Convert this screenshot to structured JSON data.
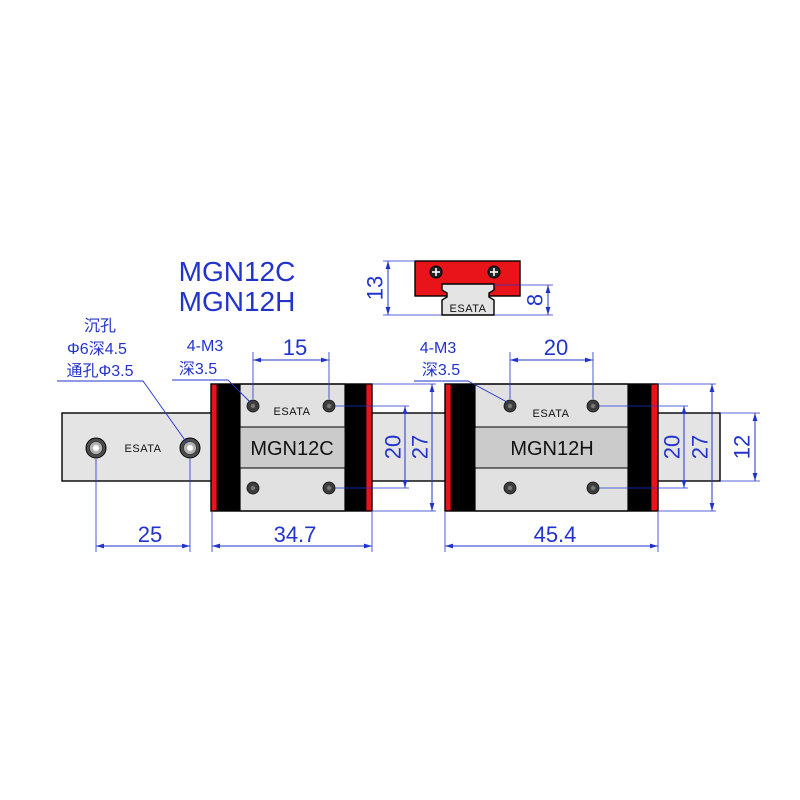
{
  "title": {
    "line1": "MGN12C",
    "line2": "MGN12H"
  },
  "cross_section": {
    "brand": "ESATA",
    "total_height": "13",
    "rail_height": "8"
  },
  "rail": {
    "brand": "ESATA",
    "note": {
      "line1": "沉孔",
      "line2": "Φ6深4.5",
      "line3": "通孔Φ3.5"
    },
    "hole_pitch": "25",
    "width": "12"
  },
  "block_c": {
    "model": "MGN12C",
    "brand": "ESATA",
    "note": {
      "line1": "4-M3",
      "line2": "深3.5"
    },
    "hole_pitch_x": "15",
    "hole_pitch_y": "20",
    "width": "27",
    "length": "34.7"
  },
  "block_h": {
    "model": "MGN12H",
    "brand": "ESATA",
    "note": {
      "line1": "4-M3",
      "line2": "深3.5"
    },
    "hole_pitch_x": "20",
    "hole_pitch_y": "20",
    "width": "27",
    "length": "45.4"
  },
  "colors": {
    "dimension": "#2233cc",
    "seal": "#e8141a",
    "body": "#e1e1e1",
    "band": "#cbcbcb",
    "rail": "#e4e4e4",
    "end_plate": "#000000"
  }
}
